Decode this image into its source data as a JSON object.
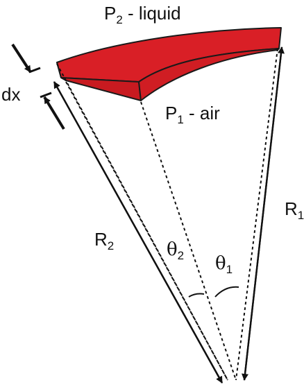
{
  "colors": {
    "element_fill": "#d91f26",
    "element_stroke": "#1a1a1a",
    "line": "#111111",
    "background": "#ffffff"
  },
  "labels": {
    "p2": {
      "symbol": "P",
      "subscript": "2",
      "suffix": " - liquid"
    },
    "p1": {
      "symbol": "P",
      "subscript": "1",
      "suffix": " - air"
    },
    "dx": "dx",
    "r1": {
      "symbol": "R",
      "subscript": "1"
    },
    "r2": {
      "symbol": "R",
      "subscript": "2"
    },
    "theta1": {
      "symbol": "θ",
      "subscript": "1"
    },
    "theta2": {
      "symbol": "θ",
      "subscript": "2"
    }
  }
}
